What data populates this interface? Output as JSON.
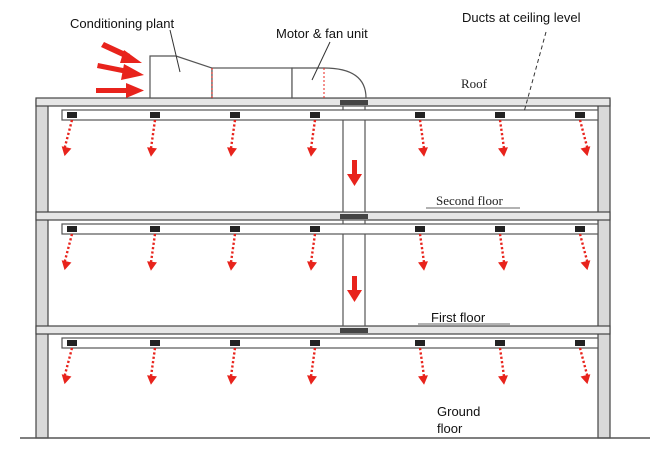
{
  "labels": {
    "conditioning_plant": "Conditioning plant",
    "motor_fan": "Motor & fan unit",
    "ducts": "Ducts at ceiling level",
    "roof": "Roof",
    "second_floor": "Second floor",
    "first_floor": "First floor",
    "ground_floor_line1": "Ground",
    "ground_floor_line2": "floor"
  },
  "colors": {
    "airflow": "#e8231c",
    "structure": "#444444"
  }
}
